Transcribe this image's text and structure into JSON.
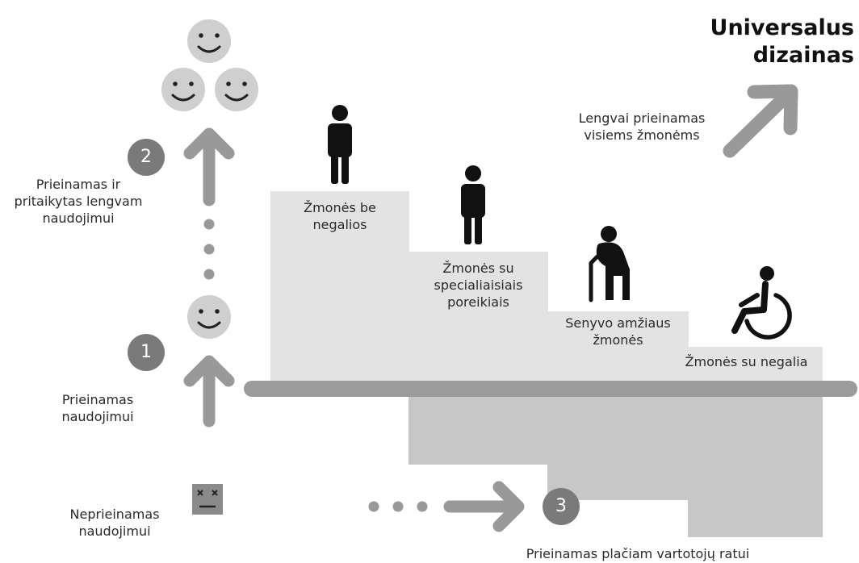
{
  "title": {
    "line1": "Universalus",
    "line2": "dizainas"
  },
  "up_right_arrow": {
    "caption_line1": "Lengvai prieinamas",
    "caption_line2": "visiems žmonėms"
  },
  "step1": {
    "number": "1",
    "caption_line1": "Prieinamas",
    "caption_line2": "naudojimui"
  },
  "step2": {
    "number": "2",
    "caption_line1": "Prieinamas ir",
    "caption_line2": "pritaikytas lengvam",
    "caption_line3": "naudojimui"
  },
  "step3": {
    "number": "3",
    "caption": "Prieinamas plačiam vartotojų ratui"
  },
  "inaccessible": {
    "caption_line1": "Neprieinamas",
    "caption_line2": "naudojimui"
  },
  "groups": [
    {
      "line1": "Žmonės be",
      "line2": "negalios",
      "icon": "standing-person-icon"
    },
    {
      "line1": "Žmonės su",
      "line2": "specialiaisiais",
      "line3": "poreikiais",
      "icon": "standing-person-icon"
    },
    {
      "line1": "Senyvo amžiaus",
      "line2": "žmonės",
      "icon": "elderly-person-with-cane-icon"
    },
    {
      "line1": "Žmonės su negalia",
      "icon": "wheelchair-user-icon"
    }
  ],
  "colors": {
    "step_fill": "#e3e3e3",
    "shadow_fill": "#c7c7c7",
    "bar": "#9b9b9b",
    "arrow": "#999999",
    "number_badge": "#7a7a7a",
    "face_fill": "#cfcfcf",
    "figure": "#111111",
    "sad_face_fill": "#8a8a8a"
  }
}
